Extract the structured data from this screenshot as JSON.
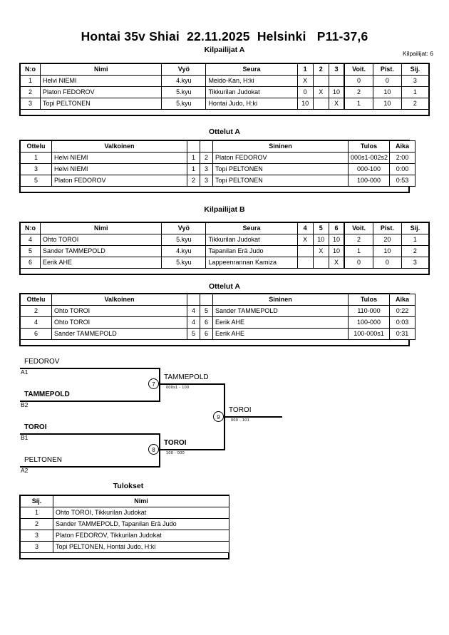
{
  "header": {
    "title": "Hontai 35v Shiai  22.11.2025  Helsinki   P11-37,6",
    "competitor_count": "Kilpailijat: 6"
  },
  "pool_a": {
    "caption": "Kilpailijat A",
    "columns": [
      "N:o",
      "Nimi",
      "Vyö",
      "Seura",
      "1",
      "2",
      "3",
      "Voit.",
      "Pist.",
      "Sij."
    ],
    "rows": [
      {
        "no": "1",
        "name": "Helvi NIEMI",
        "belt": "4.kyu",
        "club": "Meido-Kan, H:ki",
        "m1": "X",
        "m2": "",
        "m3": "",
        "wins": "0",
        "points": "0",
        "rank": "3"
      },
      {
        "no": "2",
        "name": "Platon FEDOROV",
        "belt": "5.kyu",
        "club": "Tikkurilan Judokat",
        "m1": "0",
        "m2": "X",
        "m3": "10",
        "wins": "2",
        "points": "10",
        "rank": "1"
      },
      {
        "no": "3",
        "name": "Topi PELTONEN",
        "belt": "5.kyu",
        "club": "Hontai Judo, H:ki",
        "m1": "10",
        "m2": "",
        "m3": "X",
        "wins": "1",
        "points": "10",
        "rank": "2"
      }
    ]
  },
  "matches_a": {
    "caption": "Ottelut A",
    "columns": [
      "Ottelu",
      "Valkoinen",
      "",
      "",
      "Sininen",
      "Tulos",
      "Aika"
    ],
    "rows": [
      {
        "no": "1",
        "white": "Helvi NIEMI",
        "white_bold": false,
        "wn": "1",
        "bn": "2",
        "blue": "Platon FEDOROV",
        "blue_bold": true,
        "result": "000s1-002s2",
        "time": "2:00"
      },
      {
        "no": "3",
        "white": "Helvi NIEMI",
        "white_bold": false,
        "wn": "1",
        "bn": "3",
        "blue": "Topi PELTONEN",
        "blue_bold": true,
        "result": "000-100",
        "time": "0:00"
      },
      {
        "no": "5",
        "white": "Platon FEDOROV",
        "white_bold": true,
        "wn": "2",
        "bn": "3",
        "blue": "Topi PELTONEN",
        "blue_bold": false,
        "result": "100-000",
        "time": "0:53"
      }
    ]
  },
  "pool_b": {
    "caption": "Kilpailijat B",
    "columns": [
      "N:o",
      "Nimi",
      "Vyö",
      "Seura",
      "4",
      "5",
      "6",
      "Voit.",
      "Pist.",
      "Sij."
    ],
    "rows": [
      {
        "no": "4",
        "name": "Ohto TOROI",
        "belt": "5.kyu",
        "club": "Tikkurilan Judokat",
        "m1": "X",
        "m2": "10",
        "m3": "10",
        "wins": "2",
        "points": "20",
        "rank": "1"
      },
      {
        "no": "5",
        "name": "Sander TAMMEPOLD",
        "belt": "4.kyu",
        "club": "Tapanilan Erä Judo",
        "m1": "",
        "m2": "X",
        "m3": "10",
        "wins": "1",
        "points": "10",
        "rank": "2"
      },
      {
        "no": "6",
        "name": "Eerik AHE",
        "belt": "5.kyu",
        "club": "Lappeenrannan Kamiza",
        "m1": "",
        "m2": "",
        "m3": "X",
        "wins": "0",
        "points": "0",
        "rank": "3"
      }
    ]
  },
  "matches_b": {
    "caption": "Ottelut A",
    "columns": [
      "Ottelu",
      "Valkoinen",
      "",
      "",
      "Sininen",
      "Tulos",
      "Aika"
    ],
    "rows": [
      {
        "no": "2",
        "white": "Ohto TOROI",
        "white_bold": true,
        "wn": "4",
        "bn": "5",
        "blue": "Sander TAMMEPOLD",
        "blue_bold": false,
        "result": "110-000",
        "time": "0:22"
      },
      {
        "no": "4",
        "white": "Ohto TOROI",
        "white_bold": true,
        "wn": "4",
        "bn": "6",
        "blue": "Eerik AHE",
        "blue_bold": false,
        "result": "100-000",
        "time": "0:03"
      },
      {
        "no": "6",
        "white": "Sander TAMMEPOLD",
        "white_bold": true,
        "wn": "5",
        "bn": "6",
        "blue": "Eerik AHE",
        "blue_bold": false,
        "result": "100-000s1",
        "time": "0:31"
      }
    ]
  },
  "bracket": {
    "entries": [
      {
        "name": "FEDOROV",
        "seed": "A1",
        "bold": false
      },
      {
        "name": "TAMMEPOLD",
        "seed": "B2",
        "bold": true
      },
      {
        "name": "TOROI",
        "seed": "B1",
        "bold": true
      },
      {
        "name": "PELTONEN",
        "seed": "A2",
        "bold": false
      }
    ],
    "nodes": [
      {
        "id": "7",
        "winner": "TAMMEPOLD",
        "score": "000s1 - 100",
        "bold": false
      },
      {
        "id": "8",
        "winner": "TOROI",
        "score": "100 - 000",
        "bold": true
      },
      {
        "id": "9",
        "winner": "TOROI",
        "score": "000 - 101",
        "bold": false
      }
    ]
  },
  "results": {
    "caption": "Tulokset",
    "columns": [
      "Sij.",
      "Nimi"
    ],
    "rows": [
      {
        "rank": "1",
        "name": "Ohto TOROI, Tikkurilan Judokat"
      },
      {
        "rank": "2",
        "name": "Sander TAMMEPOLD, Tapanilan Erä Judo"
      },
      {
        "rank": "3",
        "name": "Platon FEDOROV, Tikkurilan Judokat"
      },
      {
        "rank": "3",
        "name": "Topi PELTONEN, Hontai Judo, H:ki"
      }
    ]
  }
}
